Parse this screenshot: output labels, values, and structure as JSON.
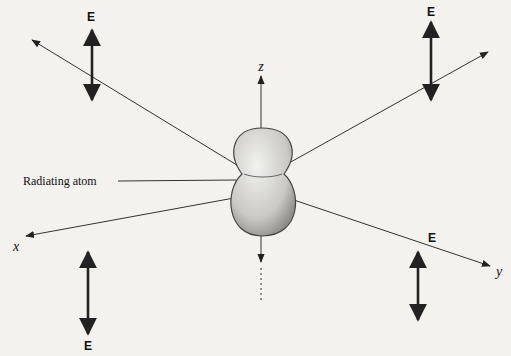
{
  "diagram": {
    "labels": [
      "E",
      "z",
      "E",
      "Radiating atom",
      "E",
      "x",
      "E",
      "y"
    ]
  }
}
